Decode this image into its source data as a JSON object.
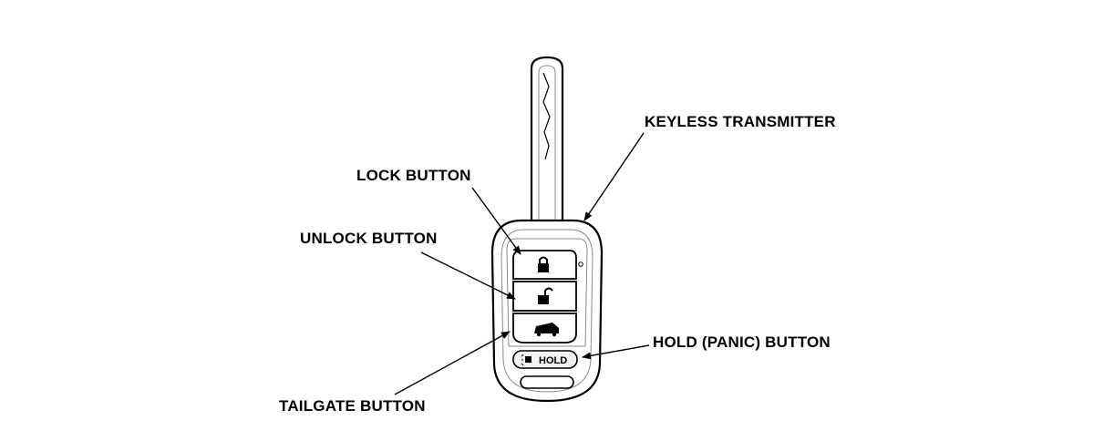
{
  "labels": {
    "keyless_transmitter": "KEYLESS TRANSMITTER",
    "lock_button": "LOCK BUTTON",
    "unlock_button": "UNLOCK BUTTON",
    "hold_panic_button": "HOLD (PANIC) BUTTON",
    "tailgate_button": "TAILGATE BUTTON"
  },
  "fob": {
    "hold_text": "HOLD"
  },
  "colors": {
    "line": "#000000",
    "outline_gray": "#8a8a8a",
    "fill_gray": "#f2f2f2"
  },
  "icons": [
    "lock-closed-icon",
    "lock-open-icon",
    "tailgate-car-icon",
    "panic-horn-icon"
  ]
}
